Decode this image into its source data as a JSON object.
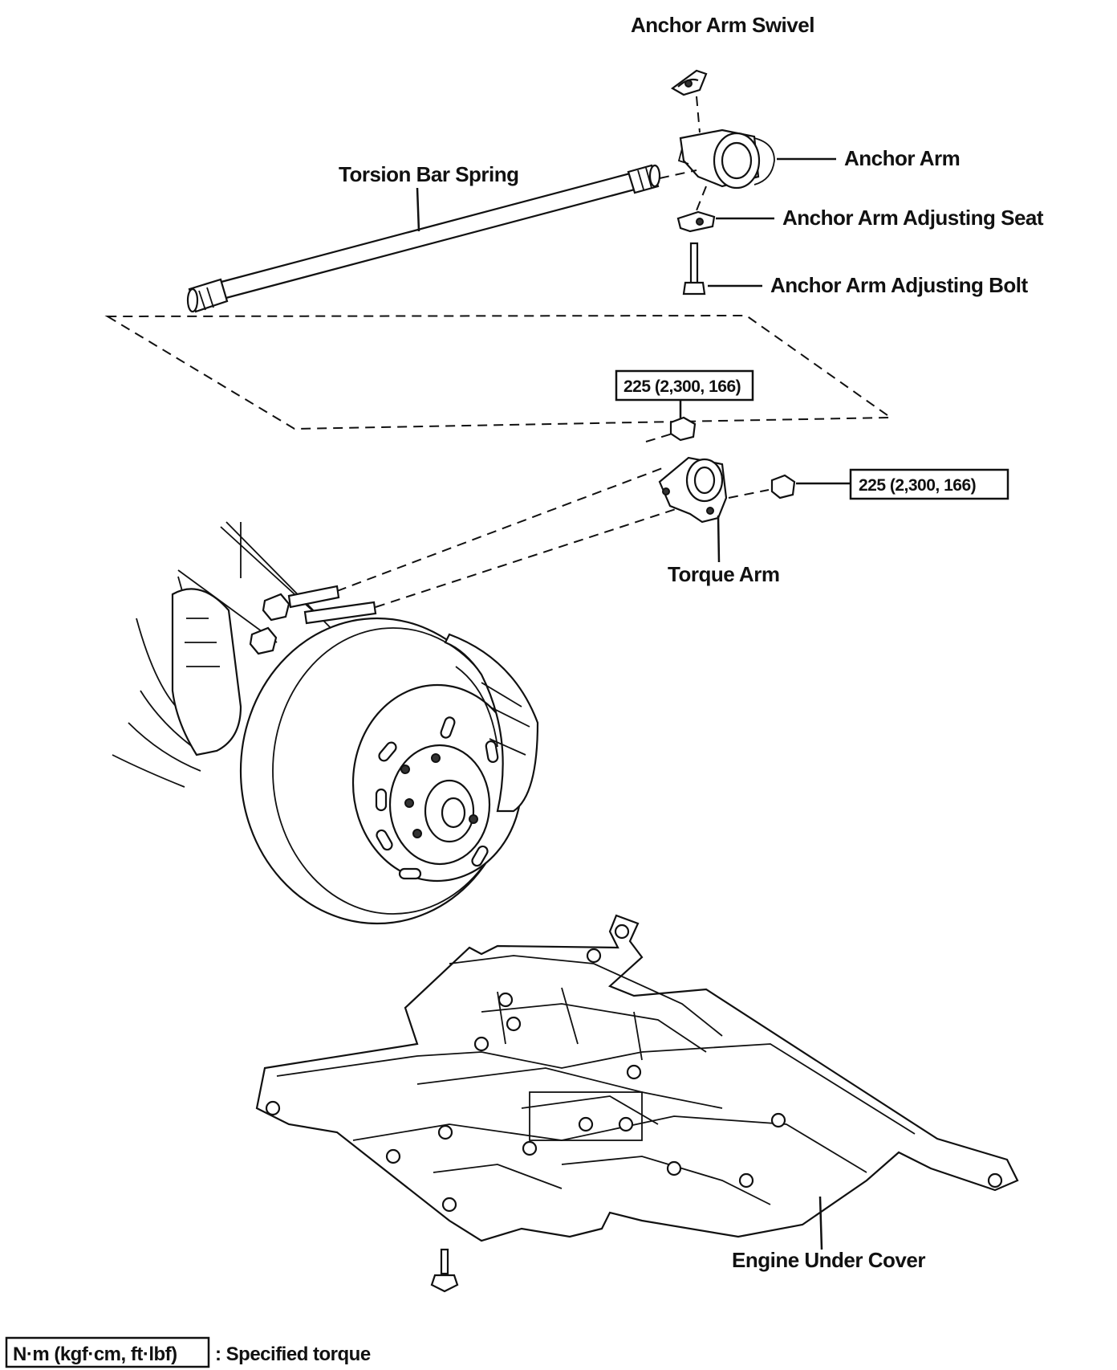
{
  "labels": {
    "anchor_arm_swivel": "Anchor Arm Swivel",
    "anchor_arm": "Anchor Arm",
    "torsion_bar_spring": "Torsion Bar Spring",
    "anchor_arm_adjusting_seat": "Anchor Arm Adjusting Seat",
    "anchor_arm_adjusting_bolt": "Anchor Arm Adjusting Bolt",
    "torque_arm": "Torque Arm",
    "engine_under_cover": "Engine Under Cover"
  },
  "torque_specs": {
    "upper_nut": "225 (2,300, 166)",
    "side_nut": "225 (2,300, 166)"
  },
  "legend": {
    "unit_box": "N·m (kgf·cm, ft·lbf)",
    "description": ": Specified torque"
  },
  "colors": {
    "ink": "#111111",
    "background": "#ffffff"
  }
}
